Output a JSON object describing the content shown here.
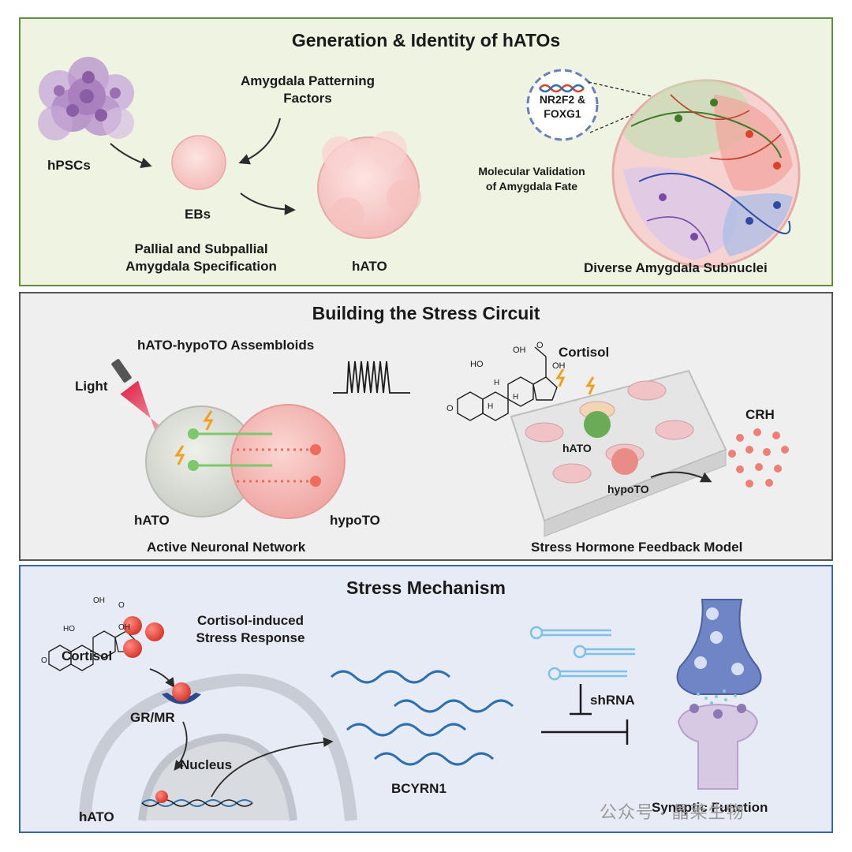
{
  "panels": {
    "generation": {
      "title": "Generation & Identity of hATOs",
      "labels": {
        "hpscs": "hPSCs",
        "patterning": "Amygdala Patterning\nFactors",
        "ebs": "EBs",
        "specification": "Pallial and Subpallial\nAmygdala Specification",
        "hato": "hATO",
        "genes": "NR2F2 &\nFOXG1",
        "validation": "Molecular Validation\nof Amygdala Fate",
        "subnuclei": "Diverse Amygdala Subnuclei"
      }
    },
    "circuit": {
      "title": "Building the Stress Circuit",
      "labels": {
        "assembloids": "hATO-hypoTO Assembloids",
        "light": "Light",
        "hato": "hATO",
        "hypoto": "hypoTO",
        "network": "Active Neuronal Network",
        "cortisol": "Cortisol",
        "crh": "CRH",
        "plate_hato": "hATO",
        "plate_hypoto": "hypoTO",
        "feedback": "Stress Hormone Feedback Model",
        "chem_oh1": "OH",
        "chem_o1": "O",
        "chem_ho": "HO",
        "chem_oh2": "OH",
        "chem_h1": "H",
        "chem_h2": "H",
        "chem_h3": "H",
        "chem_o2": "O"
      }
    },
    "mechanism": {
      "title": "Stress Mechanism",
      "labels": {
        "cortisol": "Cortisol",
        "response": "Cortisol-induced\nStress Response",
        "grmr": "GR/MR",
        "nucleus": "Nucleus",
        "hato": "hATO",
        "bcyrn1": "BCYRN1",
        "shrna": "shRNA",
        "synaptic": "Synaptic Function",
        "chem_oh1": "OH",
        "chem_o1": "O",
        "chem_ho": "HO",
        "chem_oh2": "OH",
        "chem_o2": "O"
      }
    }
  },
  "watermark": "公众号 · 晶莱生物",
  "colors": {
    "panel1_border": "#5e8e3e",
    "panel2_border": "#555555",
    "panel3_border": "#3c64a8",
    "neuron_green": "#7cc86a",
    "neuron_red": "#f06b5c",
    "organoid_pink": "#f7c9c7",
    "rna_blue": "#2f6fb0"
  }
}
